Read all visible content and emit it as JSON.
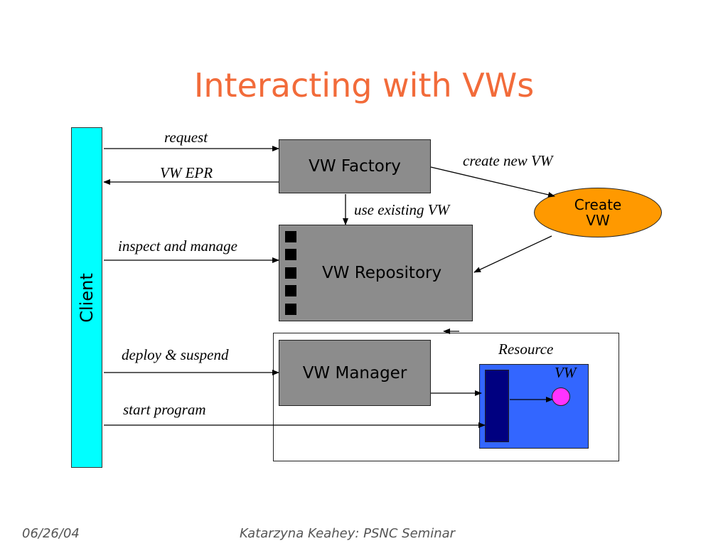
{
  "slide": {
    "title": "Interacting with VWs"
  },
  "diagram": {
    "client_label": "Client",
    "factory_label": "VW Factory",
    "repository_label": "VW Repository",
    "manager_label": "VW Manager",
    "create_vw_line1": "Create",
    "create_vw_line2": "VW",
    "resource_label": "Resource",
    "vw_label": "VW",
    "edges": {
      "request": "request",
      "vw_epr": "VW EPR",
      "create_new_vw": "create new VW",
      "use_existing_vw": "use existing VW",
      "inspect_and_manage": "inspect and manage",
      "deploy_and_suspend": "deploy & suspend",
      "start_program": "start program"
    }
  },
  "footer": {
    "date": "06/26/04",
    "author": "Katarzyna Keahey: PSNC Seminar"
  },
  "colors": {
    "title": "#f26b3a",
    "client": "#00ffff",
    "component_box": "#8c8c8c",
    "create_ellipse": "#ff9900",
    "resource_fill": "#3366ff",
    "resource_bar": "#000080",
    "vw_dot": "#ff33ff"
  }
}
